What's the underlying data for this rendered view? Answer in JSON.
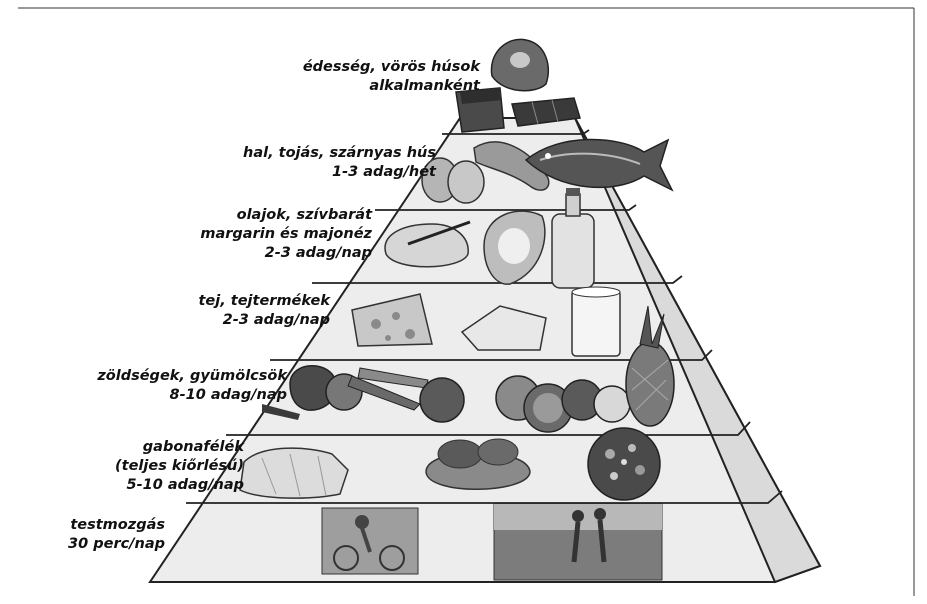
{
  "pyramid": {
    "levels": [
      {
        "id": "sweets",
        "lines": [
          "édesség, vörös húsok",
          "alkalmanként"
        ]
      },
      {
        "id": "protein",
        "lines": [
          "hal, tojás, szárnyas hús",
          "1-3 adag/hét"
        ]
      },
      {
        "id": "fats",
        "lines": [
          "olajok, szívbarát",
          "margarin és majonéz",
          "2-3 adag/nap"
        ]
      },
      {
        "id": "dairy",
        "lines": [
          "tej, tejtermékek",
          "2-3 adag/nap"
        ]
      },
      {
        "id": "vegetables",
        "lines": [
          "zöldségek, gyümölcsök",
          "8-10 adag/nap"
        ]
      },
      {
        "id": "grains",
        "lines": [
          "gabonafélék",
          "(teljes kiőrlésű)",
          "5-10 adag/nap"
        ]
      },
      {
        "id": "exercise",
        "lines": [
          "testmozgás",
          "30 perc/nap"
        ]
      }
    ]
  },
  "colors": {
    "face": "#ededed",
    "side": "#dadada",
    "line": "#222222",
    "food_dark": "#555555",
    "food_mid": "#9a9a9a",
    "food_light": "#d6d6d6"
  }
}
